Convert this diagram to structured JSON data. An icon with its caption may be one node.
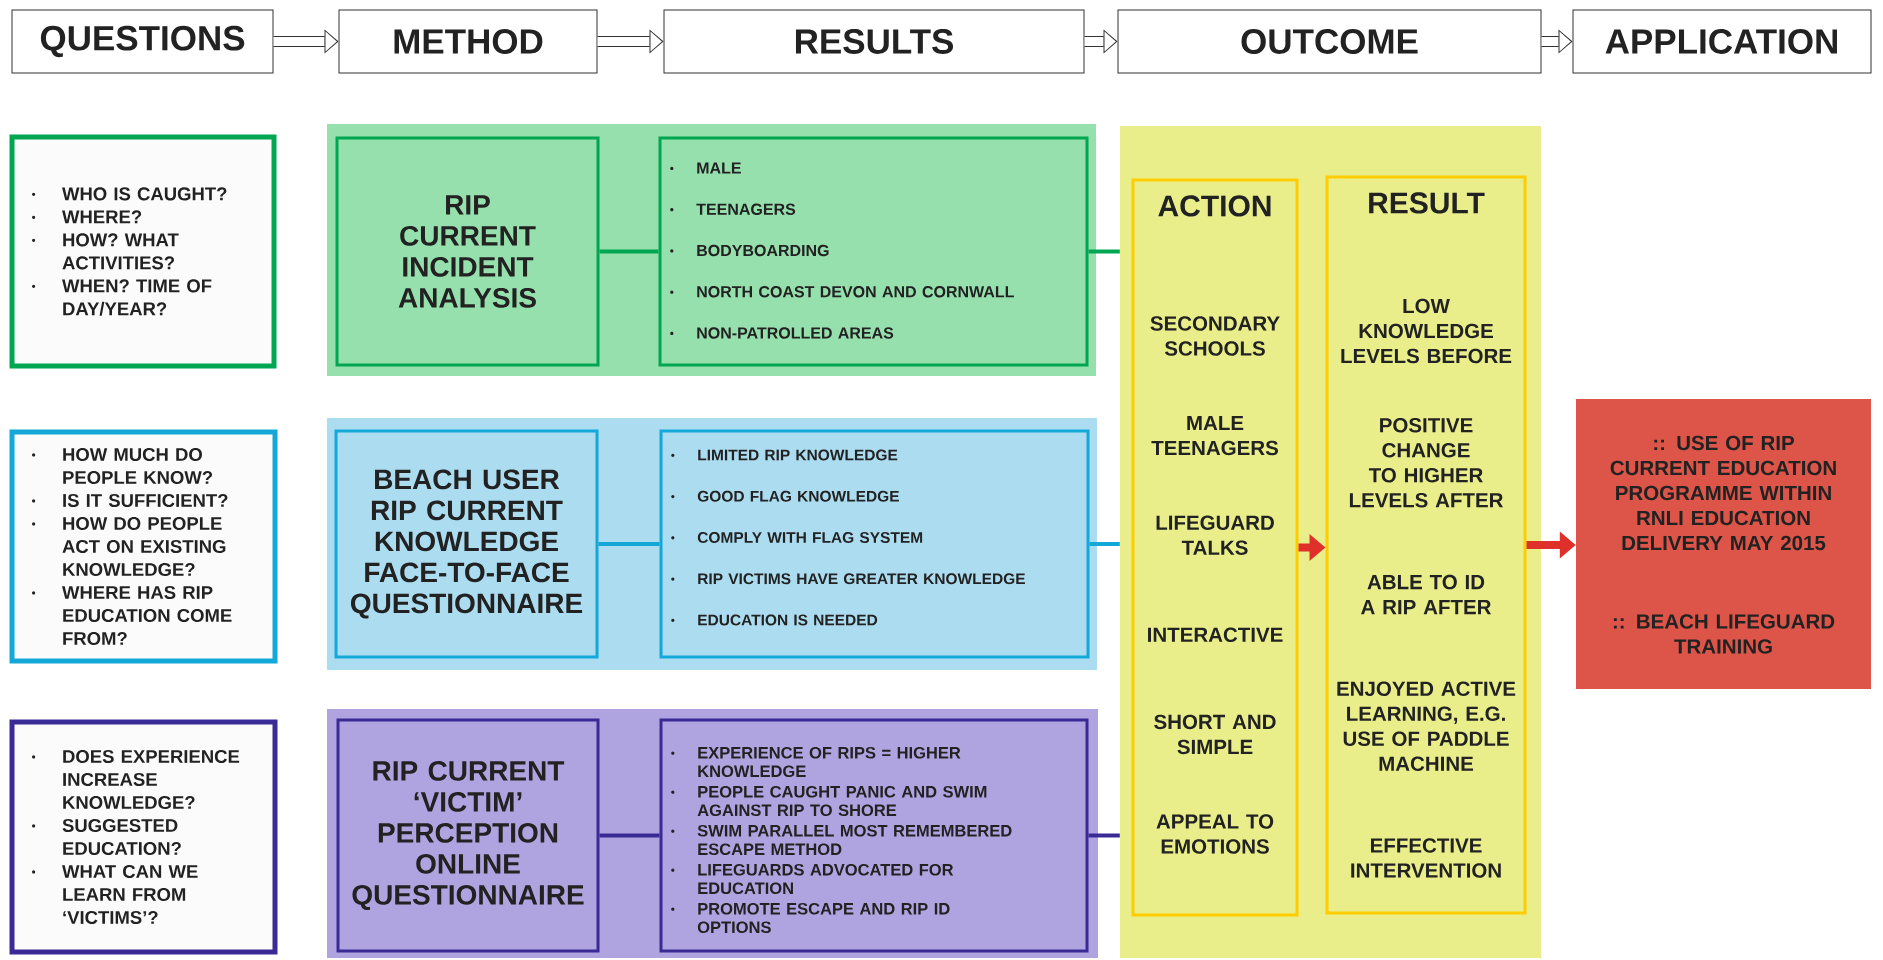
{
  "diagram": {
    "nodes": [
      {
        "text": [
          "QUESTIONS"
        ]
      },
      {
        "text": [
          "METHOD"
        ]
      },
      {
        "text": [
          "RESULTS"
        ]
      },
      {
        "text": [
          "OUTCOME"
        ]
      },
      {
        "text": [
          "APPLICATION"
        ]
      },
      {
        "text": [
          "WHO IS CAUGHT?",
          "WHERE?",
          "HOW? WHAT ACTIVITIES?",
          "WHEN? TIME OF DAY/YEAR?"
        ]
      },
      {
        "text": [],
        "shape": "box"
      },
      {
        "text": [
          "RIP CURRENT INCIDENT ANALYSIS"
        ],
        "in": 6
      },
      {
        "text": [
          "MALE",
          "TEENAGERS",
          "BODYBOARDING",
          "NORTH COAST DEVON AND CORNWALL",
          "NON-PATROLLED AREAS"
        ],
        "in": 6
      },
      {
        "text": [
          "HOW MUCH DO PEOPLE KNOW?",
          "IS IT SUFFICIENT?",
          "HOW DO PEOPLE ACT ON EXISTING KNOWLEDGE?",
          "WHERE HAS RIP EDUCATION COME FROM?"
        ]
      },
      {
        "text": [],
        "shape": "box"
      },
      {
        "text": [
          "BEACH USER RIP CURRENT KNOWLEDGE FACE-TO-FACE QUESTIONNAIRE"
        ],
        "in": 10
      },
      {
        "text": [
          "LIMITED RIP KNOWLEDGE",
          "GOOD FLAG KNOWLEDGE",
          "COMPLY WITH FLAG SYSTEM",
          "RIP VICTIMS HAVE GREATER KNOWLEDGE",
          "EDUCATION IS NEEDED"
        ],
        "in": 10
      },
      {
        "text": [
          "DOES EXPERIENCE INCREASE KNOWLEDGE?",
          "SUGGESTED EDUCATION?",
          "WHAT CAN WE LEARN FROM ‘VICTIMS’?"
        ]
      },
      {
        "text": [],
        "shape": "box"
      },
      {
        "text": [
          "RIP CURRENT ‘VICTIM’ PERCEPTION ONLINE QUESTIONNAIRE"
        ],
        "in": 14
      },
      {
        "text": [
          "EXPERIENCE OF RIPS = HIGHER KNOWLEDGE",
          "PEOPLE CAUGHT PANIC AND SWIM AGAINST RIP TO SHORE",
          "SWIM PARALLEL MOST REMEMBERED ESCAPE METHOD",
          "LIFEGUARDS ADVOCATED FOR EDUCATION",
          "PROMOTE ESCAPE AND RIP ID OPTIONS"
        ],
        "in": 14
      },
      {
        "text": [],
        "shape": "box"
      },
      {
        "text": [
          "ACTION",
          "SECONDARY SCHOOLS",
          "MALE TEENAGERS",
          "LIFEGUARD TALKS",
          "INTERACTIVE",
          "SHORT AND SIMPLE",
          "APPEAL TO EMOTIONS"
        ],
        "in": 17
      },
      {
        "text": [
          "RESULT",
          "LOW KNOWLEDGE LEVELS BEFORE",
          "POSITIVE CHANGE TO HIGHER LEVELS AFTER",
          "ABLE TO ID A RIP AFTER",
          "ENJOYED ACTIVE LEARNING, E.G. USE OF PADDLE MACHINE",
          "EFFECTIVE INTERVENTION"
        ],
        "in": 17
      },
      {
        "text": [
          ":: USE OF RIP CURRENT EDUCATION PROGRAMME WITHIN RNLI EDUCATION DELIVERY MAY 2015",
          ":: BEACH LIFEGUARD TRAINING"
        ]
      }
    ],
    "edges": [
      {
        "from": 0,
        "to": 1,
        "arrow": "to",
        "style": "thick"
      },
      {
        "from": 1,
        "to": 2,
        "arrow": "to",
        "style": "thick"
      },
      {
        "from": 2,
        "to": 3,
        "arrow": "to",
        "style": "thick"
      },
      {
        "from": 3,
        "to": 4,
        "arrow": "to",
        "style": "thick"
      },
      {
        "from": 7,
        "to": 8,
        "arrow": "none",
        "color": "#00a651"
      },
      {
        "from": 8,
        "to": 17,
        "arrow": "none",
        "color": "#00a651"
      },
      {
        "from": 11,
        "to": 12,
        "arrow": "none",
        "color": "#14a8d8"
      },
      {
        "from": 12,
        "to": 17,
        "arrow": "none",
        "color": "#14a8d8"
      },
      {
        "from": 15,
        "to": 16,
        "arrow": "none",
        "color": "#3a2a96"
      },
      {
        "from": 16,
        "to": 17,
        "arrow": "none",
        "color": "#3a2a96"
      },
      {
        "from": 18,
        "to": 19,
        "arrow": "to",
        "style": "thick",
        "color": "#e0302a"
      },
      {
        "from": 19,
        "to": 20,
        "arrow": "to",
        "style": "thick",
        "color": "#e0302a"
      }
    ]
  }
}
